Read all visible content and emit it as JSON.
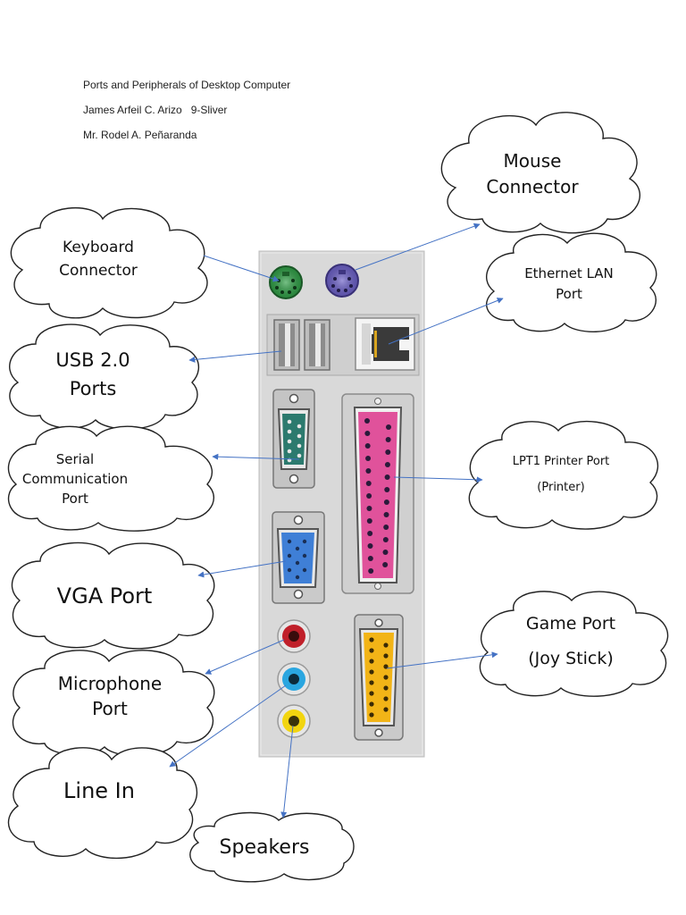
{
  "header": {
    "title": "Ports and Peripherals of Desktop Computer",
    "author": "James Arfeil C. Arizo   9-Sliver",
    "teacher": "Mr. Rodel A. Peñaranda"
  },
  "labels": {
    "mouse": [
      "Mouse",
      "Connector"
    ],
    "keyboard": [
      "Keyboard",
      "Connector"
    ],
    "ethernet": [
      "Ethernet LAN",
      "Port"
    ],
    "usb": [
      "USB 2.0",
      "Ports"
    ],
    "serial": [
      "Serial",
      "Communication",
      "Port"
    ],
    "lpt": [
      "LPT1 Printer Port",
      "(Printer)"
    ],
    "vga": [
      "VGA Port"
    ],
    "game": [
      "Game Port",
      "(Joy Stick)"
    ],
    "microphone": [
      "Microphone",
      "Port"
    ],
    "linein": [
      "Line In"
    ],
    "speakers": [
      "Speakers"
    ]
  },
  "colors": {
    "arrow": "#4472c4",
    "panel": "#d8d8d8",
    "ps2_keyboard": "#2e9e45",
    "ps2_mouse": "#6b5fc7",
    "serial": "#2c7a6e",
    "vga": "#3f7fd6",
    "parallel": "#e0529b",
    "game": "#f2b417",
    "mic": "#c0202a",
    "line_in": "#2aa6e0",
    "speakers": "#f2d50f"
  }
}
